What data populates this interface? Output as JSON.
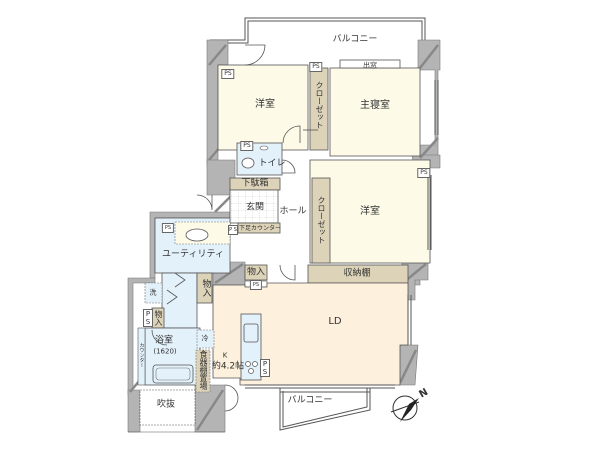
{
  "floor_plan": {
    "rooms": {
      "western_room_1": "洋室",
      "master_bedroom": "主寝室",
      "western_room_2": "洋室",
      "ld": "LD",
      "kitchen_label": "K",
      "kitchen_size": "約4.2帖",
      "toilet": "トイレ",
      "entrance": "玄関",
      "hall": "ホール",
      "utility": "ユーティリティ",
      "bathroom": "浴室",
      "bathroom_size": "(1620)"
    },
    "storage": {
      "closet_1": "クローゼット",
      "closet_2": "クローゼット",
      "shoe_box": "下駄箱",
      "shoe_counter": "下足カウンター",
      "storage_shelf": "収納棚",
      "storage_closet_1": "物入",
      "storage_closet_2": "物入",
      "storage_closet_3": "物入",
      "dish_shelf": "食器棚置場"
    },
    "fixtures": {
      "washer": "洗",
      "fridge": "冷",
      "counter": "カウンター",
      "bay_window": "出窓",
      "ps": "PS",
      "ps_v": "P S"
    },
    "outdoor": {
      "balcony_top": "バルコニー",
      "balcony_bottom": "バルコニー",
      "partition": "吹抜"
    },
    "compass": {
      "north_label": "N"
    },
    "colors": {
      "wall": "#b4b4b4",
      "wall_stripe": "#8a8a8a",
      "bedroom_floor": "#fdfbe8",
      "ld_floor": "#fdf0dc",
      "wet_area": "#e3f1fb",
      "storage": "#ddd3b8",
      "hall": "#ffffff",
      "line": "#555555"
    }
  }
}
